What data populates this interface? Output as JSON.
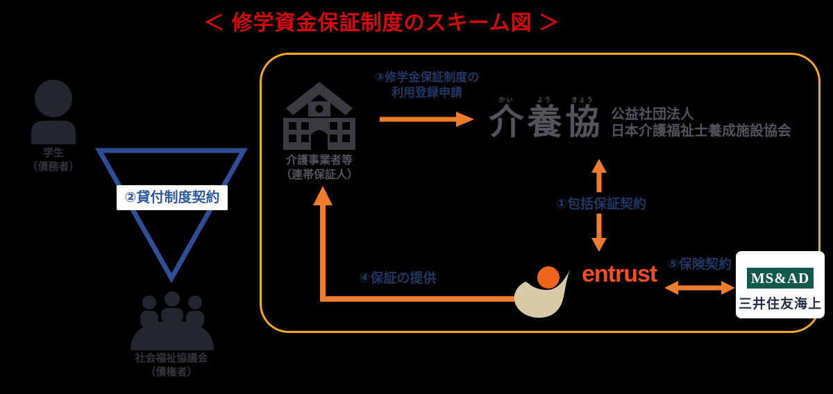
{
  "title": "＜ 修学資金保証制度のスキーム図 ＞",
  "colors": {
    "background": "#000000",
    "title_red": "#d10b0b",
    "navy_label": "#1f3864",
    "triangle_blue": "#2e4f96",
    "loan_label_blue": "#2e5aa0",
    "loan_label_bg": "#ffffff",
    "arrow_orange": "#ee7d2e",
    "box_border_orange": "#f9a81f",
    "icon_gray": "#23262d",
    "left_label_gray": "#33363e",
    "building_gray": "#3b3a41",
    "building_label_gray": "#55535c",
    "kaiyokyo_gray": "#56525b",
    "entrust_orange": "#f04e23",
    "entrust_circle_orange": "#ee6418",
    "entrust_beige": "#d7caa9",
    "msad_green": "#0f5a4b",
    "msad_text_navy": "#222e44",
    "msad_card_white": "#ffffff"
  },
  "actors": {
    "student": {
      "name": "学生",
      "role": "（債務者）"
    },
    "council": {
      "name": "社会福祉協議会",
      "role": "（債権者）"
    },
    "care_provider": {
      "name": "介護事業者等",
      "role": "（連帯保証人）"
    },
    "kaiyokyo": {
      "logo_chars": [
        {
          "kanji": "介",
          "furigana": "かい"
        },
        {
          "kanji": "養",
          "furigana": "よう"
        },
        {
          "kanji": "協",
          "furigana": "きょう"
        }
      ],
      "org_type": "公益社団法人",
      "org_name": "日本介護福祉士養成施設協会"
    },
    "entrust": {
      "logotype": "entrust"
    },
    "msad": {
      "brand": "MS&AD",
      "company": "三井住友海上"
    }
  },
  "relations": {
    "r1": "①包括保証契約",
    "r2": "②貸付制度契約",
    "r3_line1": "③修学金保証制度の",
    "r3_line2": "利用登録申請",
    "r4": "④保証の提供",
    "r5": "⑤保険契約"
  }
}
